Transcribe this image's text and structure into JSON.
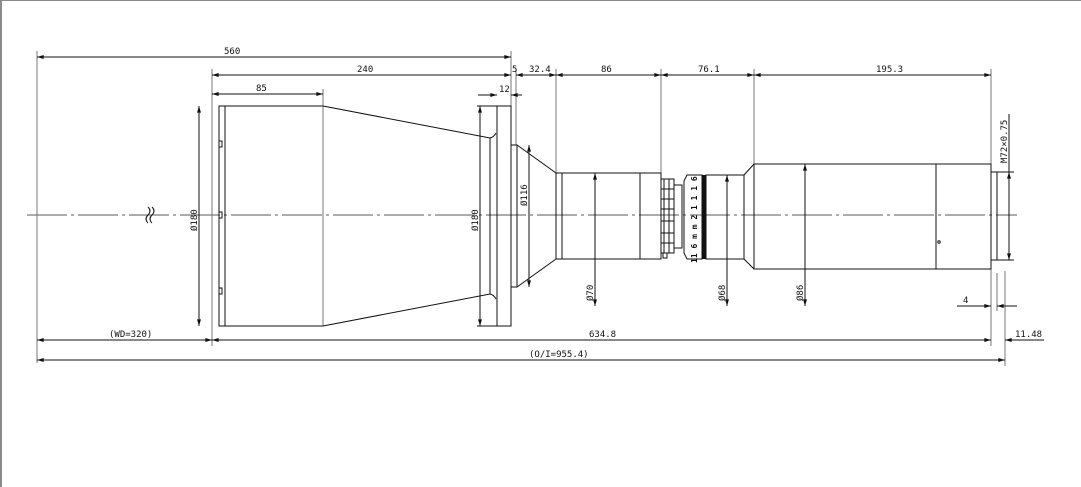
{
  "drawing": {
    "dimensions": {
      "overall_front": "560",
      "front_body": "240",
      "front_cylinder": "85",
      "gap_5": "5",
      "flange_12": "12",
      "cone_32_4": "32.4",
      "mid_86": "86",
      "mid_76_1": "76.1",
      "rear_195_3": "195.3",
      "dia_front": "Ø180",
      "dia_flange": "Ø180",
      "dia_116": "Ø116",
      "dia_70": "Ø70",
      "dia_68": "Ø68",
      "dia_86": "Ø86",
      "thread": "M72×0.75",
      "thread_len": "4",
      "working_distance": "(WD=320)",
      "lens_length": "634.8",
      "back_focus": "11.48",
      "object_to_image": "(O/I=955.4)"
    },
    "ring_marking": "11 6 m m 2 1 1 1 6"
  }
}
